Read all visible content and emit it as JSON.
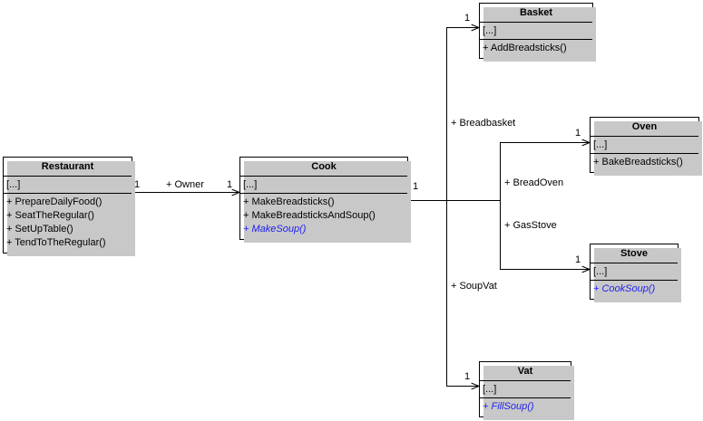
{
  "diagram": {
    "title": "Restaurant UML class diagram",
    "type": "uml-class-diagram",
    "colors": {
      "background": "#ffffff",
      "border": "#000000",
      "text": "#000000",
      "abstract_member": "#2222ee",
      "shadow": "#c8c8c8"
    }
  },
  "classes": {
    "restaurant": {
      "name": "Restaurant",
      "attributes": "[...]",
      "operations": [
        {
          "label": "+ PrepareDailyFood()",
          "abstract": false
        },
        {
          "label": "+ SeatTheRegular()",
          "abstract": false
        },
        {
          "label": "+ SetUpTable()",
          "abstract": false
        },
        {
          "label": "+ TendToTheRegular()",
          "abstract": false
        }
      ]
    },
    "cook": {
      "name": "Cook",
      "attributes": "[...]",
      "operations": [
        {
          "label": "+ MakeBreadsticks()",
          "abstract": false
        },
        {
          "label": "+ MakeBreadsticksAndSoup()",
          "abstract": false
        },
        {
          "label": "+ MakeSoup()",
          "abstract": true
        }
      ]
    },
    "basket": {
      "name": "Basket",
      "attributes": "[...]",
      "operations": [
        {
          "label": "+ AddBreadsticks()",
          "abstract": false
        }
      ]
    },
    "oven": {
      "name": "Oven",
      "attributes": "[...]",
      "operations": [
        {
          "label": "+ BakeBreadsticks()",
          "abstract": false
        }
      ]
    },
    "stove": {
      "name": "Stove",
      "attributes": "[...]",
      "operations": [
        {
          "label": "+ CookSoup()",
          "abstract": true
        }
      ]
    },
    "vat": {
      "name": "Vat",
      "attributes": "[...]",
      "operations": [
        {
          "label": "+ FillSoup()",
          "abstract": true
        }
      ]
    }
  },
  "associations": {
    "restaurant_cook": {
      "role": "+ Owner",
      "source_multiplicity": "1",
      "target_multiplicity": "1"
    },
    "cook_source_multiplicity": "1",
    "cook_basket": {
      "role": "+ Breadbasket",
      "target_multiplicity": "1"
    },
    "cook_oven": {
      "role": "+ BreadOven",
      "target_multiplicity": "1"
    },
    "cook_stove": {
      "role": "+ GasStove",
      "target_multiplicity": "1"
    },
    "cook_vat": {
      "role": "+ SoupVat",
      "target_multiplicity": "1"
    }
  }
}
